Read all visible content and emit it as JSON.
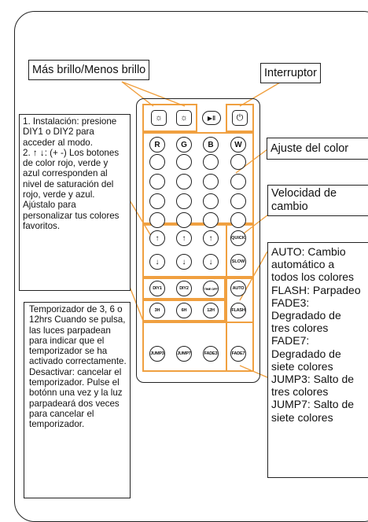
{
  "labels": {
    "brightness": "Más brillo/Menos brillo",
    "power": "Interruptor",
    "color": "Ajuste del color",
    "speed": "Velocidad de cambio"
  },
  "install_note": "1. Instalación: presione DIY1 o DIY2 para acceder al modo.\n2. ↑ ↓: (+ -) Los botones de color rojo, verde y azul corresponden al nivel de saturación del rojo, verde y azul. Ajústalo para personalizar tus colores favoritos.",
  "timer_note": "Temporizador de 3, 6 o 12hrs Cuando se pulsa, las luces parpadean para indicar que el temporizador se ha activado correctamente. Desactivar: cancelar el temporizador. Pulse el botónn una vez y la luz parpadeará dos veces para cancelar el temporizador.",
  "modes": [
    "AUTO: Cambio",
    "automático a",
    "todos los colores",
    "FLASH: Parpadeo",
    "FADE3:",
    "Degradado de",
    "tres colores",
    "FADE7:",
    "Degradado de",
    "siete colores",
    "JUMP3: Salto de",
    "tres colores",
    "JUMP7: Salto de",
    "siete colores"
  ],
  "remote": {
    "top_buttons": {
      "dim": "☼",
      "bright": "☼",
      "play": "▶‖",
      "power": "⏻"
    },
    "color_letters": [
      "R",
      "G",
      "B",
      "W"
    ],
    "up_arrows": [
      "↑",
      "↑",
      "↑"
    ],
    "down_arrows": [
      "↓",
      "↓",
      "↓"
    ],
    "quick": "QUICK",
    "slow": "SLOW",
    "diy_row": [
      "DIY1",
      "DIY2",
      "TIME OFF",
      "AUTO"
    ],
    "timer_row": [
      "3H",
      "6H",
      "12H",
      "FLASH"
    ],
    "jump_row": [
      "JUMP3",
      "JUMP7",
      "FADE3",
      "FADE7"
    ]
  },
  "colors": {
    "highlight": "#f0a040",
    "stroke": "#222222"
  }
}
